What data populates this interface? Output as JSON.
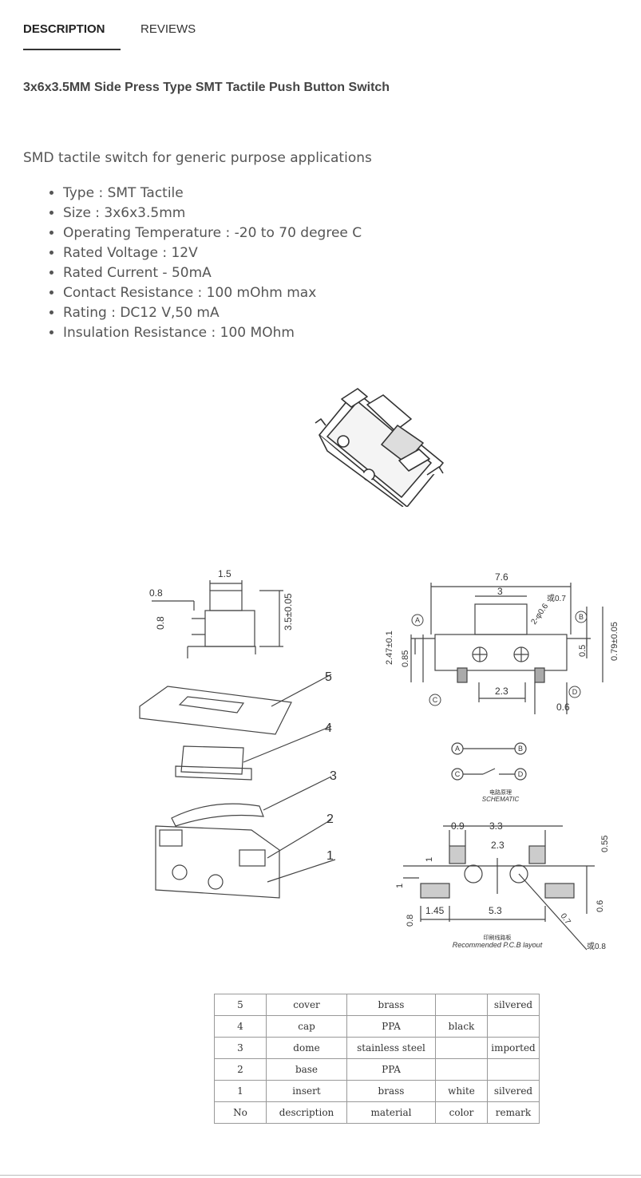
{
  "tabs": {
    "description": "DESCRIPTION",
    "reviews": "REVIEWS"
  },
  "product": {
    "title": "3x6x3.5MM Side Press Type SMT Tactile Push Button Switch",
    "intro": "SMD tactile switch for generic purpose applications",
    "specs": [
      "Type : SMT Tactile",
      "Size : 3x6x3.5mm",
      "Operating Temperature : -20 to 70 degree C",
      "Rated Voltage : 12V",
      "Rated Current - 50mA",
      "Contact Resistance : 100 mOhm max",
      "Rating : DC12 V,50 mA",
      "Insulation Resistance : 100 MOhm"
    ]
  },
  "drawing": {
    "dims": {
      "d1_5": "1.5",
      "d0_8a": "0.8",
      "d0_8b": "0.8",
      "d3_5": "3.5±0.05",
      "d7_6": "7.6",
      "d3": "3",
      "d0_7": "或0.7",
      "d2_phi": "2-φ0.6",
      "d2_47": "2.47±0.1",
      "d0_85": "0.85",
      "d0_5": "0.5",
      "d0_79": "0.79±0.05",
      "d2_3a": "2.3",
      "d0_6a": "0.6",
      "d0_9": "0.9",
      "d3_3": "3.3",
      "d2_3b": "2.3",
      "d0_55": "0.55",
      "d1a": "1",
      "d1b": "1",
      "d0_6b": "0.6",
      "d0_8c": "0.8",
      "d1_45": "1.45",
      "d5_3": "5.3",
      "d0_7b": "0.7",
      "d0_8d": "或0.8"
    },
    "parts": [
      "5",
      "4",
      "3",
      "2",
      "1"
    ],
    "pins": {
      "a": "A",
      "b": "B",
      "c": "C",
      "d": "D"
    },
    "schematic_cn": "电路原理",
    "schematic": "SCHEMATIC",
    "pcb_cn": "印刷线路板",
    "pcb": "Recommended P.C.B layout"
  },
  "materials": {
    "rows": [
      [
        "5",
        "cover",
        "brass",
        "",
        "silvered"
      ],
      [
        "4",
        "cap",
        "PPA",
        "black",
        ""
      ],
      [
        "3",
        "dome",
        "stainless steel",
        "",
        "imported"
      ],
      [
        "2",
        "base",
        "PPA",
        "",
        ""
      ],
      [
        "1",
        "insert",
        "brass",
        "white",
        "silvered"
      ],
      [
        "No",
        "description",
        "material",
        "color",
        "remark"
      ]
    ]
  }
}
